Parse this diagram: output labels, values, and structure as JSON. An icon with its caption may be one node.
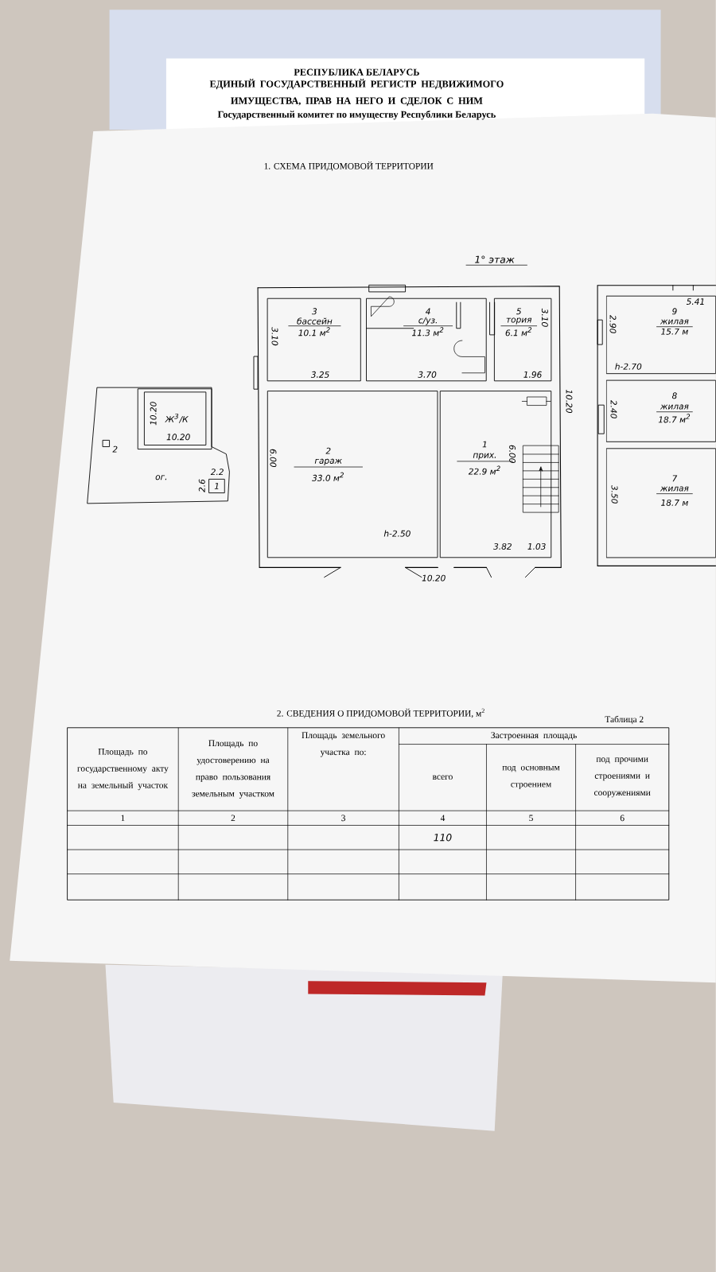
{
  "diagram": {
    "title": "1. СХЕМА ПРИДОМОВОЙ ТЕРРИТОРИИ",
    "nodes": [
      {
        "text": [
          "ог."
        ]
      },
      {
        "text": [
          "Ж$^{3}$/К"
        ],
        "in": 0
      },
      {
        "text": [],
        "shape": "box",
        "beside": [
          "2"
        ],
        "in": 0
      },
      {
        "text": [
          "1"
        ],
        "beside": [
          "2.2",
          "2.6"
        ],
        "in": 0
      },
      {
        "text": [
          "3",
          "бассейн",
          "10.1 м$^{2}$"
        ]
      },
      {
        "text": [
          "4",
          "с/уз.",
          "11.3 м$^{2}$"
        ]
      },
      {
        "text": [
          "5",
          "тория",
          "6.1 м$^{2}$"
        ]
      },
      {
        "text": [
          "2",
          "гараж",
          "33.0 м$^{2}$"
        ]
      },
      {
        "text": [
          "1",
          "прих.",
          "22.9 м$^{2}$"
        ]
      },
      {
        "text": [
          "9",
          "жилая",
          "15.7 м",
          "2.90"
        ]
      },
      {
        "text": [
          "8",
          "жилая",
          "18.7 м$^{2}$",
          "2.40"
        ]
      },
      {
        "text": [
          "7",
          "жилая",
          "18.7 м",
          "3.50"
        ]
      }
    ],
    "labels": [
      "РЕСПУБЛИКА БЕЛАРУСЬ",
      "ЕДИНЫЙ ГОСУДАРСТВЕННЫЙ РЕГИСТР НЕДВИЖИМОГО ИМУЩЕСТВА, ПРАВ НА НЕГО И СДЕЛОК С НИМ",
      "Государственный комитет по имуществу Республики Беларусь",
      "1° этаж",
      "10.20",
      "10.20",
      "3.10",
      "3.10",
      "3.25",
      "3.70",
      "1.96",
      "10.20",
      "6.00",
      "6.00",
      "h-2.50",
      "3.82",
      "1.03",
      "10.20",
      "5.41",
      "h-2.70",
      "2. СВЕДЕНИЯ О ПРИДОМОВОЙ ТЕРРИТОРИИ, м$^{2}$",
      "Таблица 2",
      "Площадь по государственному акту на земельный участок",
      "Площадь по удостоверению на право пользования земельным участком",
      "Площадь земельного участка по:",
      "Застроенная площадь",
      "всего",
      "под основным строением",
      "под прочими строениями и сооружениями",
      "1",
      "2",
      "3",
      "4",
      "5",
      "6",
      "110"
    ]
  }
}
